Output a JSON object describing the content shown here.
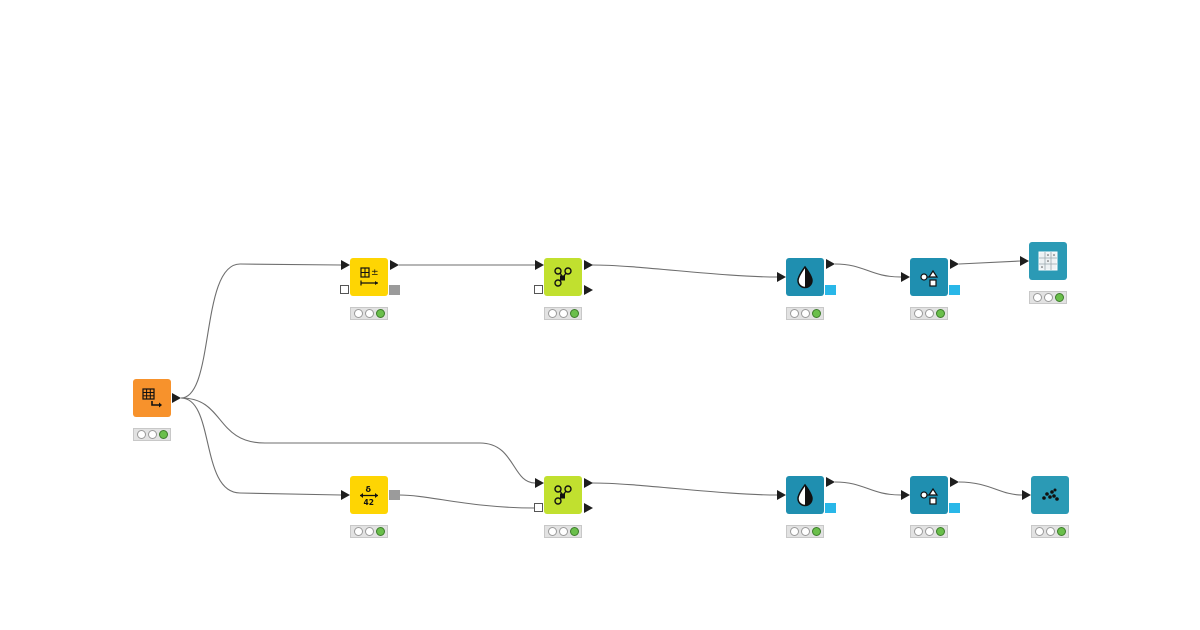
{
  "colors": {
    "reader": "#f7922c",
    "manipulator": "#fed503",
    "learner": "#c1e02f",
    "predictor": "#1f8fb0",
    "visualizer": "#2b9ab5",
    "connection": "#6e6e6e",
    "status_ok": "#6abf4b",
    "model_port": "#29b7e8"
  },
  "nodes": [
    {
      "id": "table-reader",
      "kind": "reader",
      "icon": "table-reader-icon",
      "status": "executed"
    },
    {
      "id": "column-filter",
      "kind": "manipulator",
      "icon": "column-filter-icon",
      "status": "executed"
    },
    {
      "id": "number-to-string",
      "kind": "manipulator",
      "icon": "number-to-string-icon",
      "status": "executed"
    },
    {
      "id": "learner-top",
      "kind": "learner",
      "icon": "learner-icon",
      "status": "executed"
    },
    {
      "id": "learner-bottom",
      "kind": "learner",
      "icon": "learner-icon",
      "status": "executed"
    },
    {
      "id": "predictor-top",
      "kind": "predictor",
      "icon": "drop-icon",
      "status": "executed"
    },
    {
      "id": "predictor-bottom",
      "kind": "predictor",
      "icon": "drop-icon",
      "status": "executed"
    },
    {
      "id": "appender-top",
      "kind": "predictor",
      "icon": "shapes-icon",
      "status": "executed"
    },
    {
      "id": "appender-bottom",
      "kind": "predictor",
      "icon": "shapes-icon",
      "status": "executed"
    },
    {
      "id": "table-view",
      "kind": "visualizer",
      "icon": "table-view-icon",
      "status": "executed"
    },
    {
      "id": "scatter-plot",
      "kind": "visualizer",
      "icon": "scatter-icon",
      "status": "executed"
    }
  ]
}
